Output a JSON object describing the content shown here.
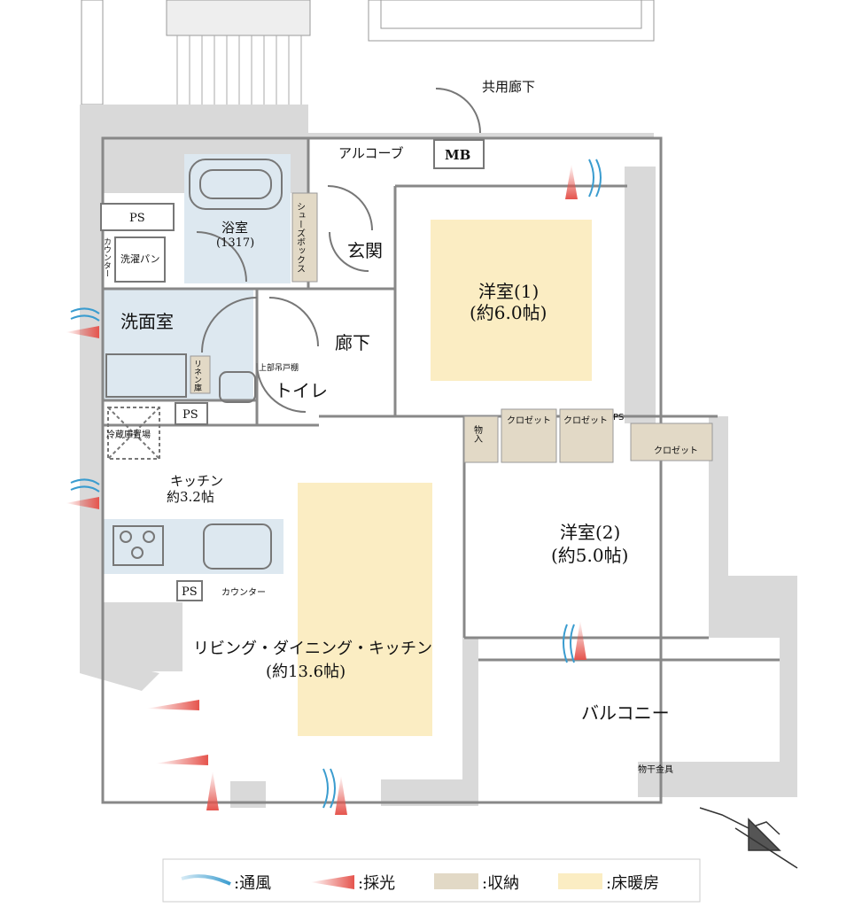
{
  "labels": {
    "corridor_shared": "共用廊下",
    "alcove": "アルコーブ",
    "mb": "MB",
    "ps_top": "PS",
    "bath": "浴室",
    "bath_size": "(1317)",
    "shoe_box": "シューズボックス",
    "entrance": "玄関",
    "counter_left": "カウンター",
    "washer_pan": "洗濯パン",
    "western1": "洋室(1)",
    "western1_size": "(約6.0帖)",
    "washroom": "洗面室",
    "hallway": "廊下",
    "linen": "リネン庫",
    "upper_cabinet": "上部吊戸棚",
    "toilet": "トイレ",
    "ps_mid": "PS",
    "fridge": "冷蔵庫置場",
    "storage": "物入",
    "closet1": "クロゼット",
    "closet2": "クロゼット",
    "ps_right": "PS",
    "closet3": "クロゼット",
    "kitchen": "キッチン",
    "kitchen_size": "約3.2帖",
    "western2": "洋室(2)",
    "western2_size": "(約5.0帖)",
    "ps_bottom": "PS",
    "counter_kitchen": "カウンター",
    "ldk": "リビング・ダイニング・キッチン",
    "ldk_size": "(約13.6帖)",
    "balcony": "バルコニー",
    "laundry_rod": "物干金具"
  },
  "legend": {
    "ventilation": ":通風",
    "daylight": ":採光",
    "storage": ":収納",
    "floor_heating": ":床暖房"
  },
  "colors": {
    "wall": "#d9d9d9",
    "wet_area": "#dde8f0",
    "storage": "#e2d9c6",
    "floor_heating": "#fbedc3",
    "ventilation": "#3a9ccf",
    "daylight": "#e5544d"
  }
}
